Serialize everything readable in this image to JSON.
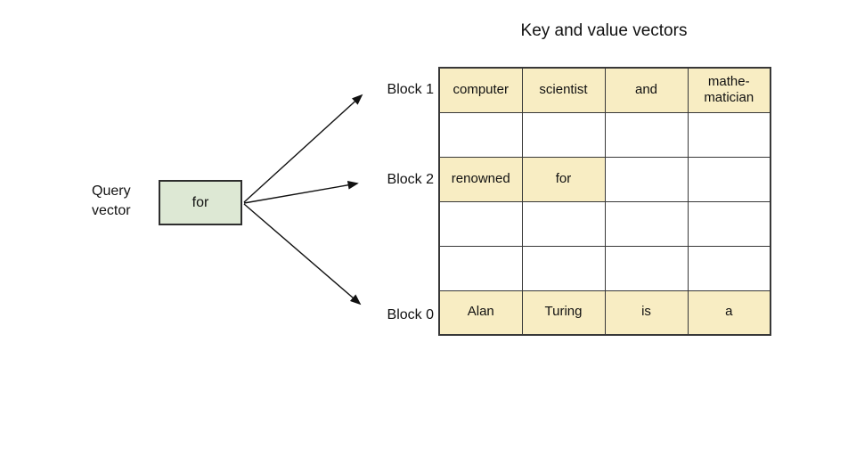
{
  "title": "Key and value vectors",
  "query": {
    "label": "Query vector",
    "token": "for"
  },
  "blocks": [
    {
      "label": "Block 1"
    },
    {
      "label": "Block 2"
    },
    {
      "label": "Block 0"
    }
  ],
  "grid": {
    "columns": 4,
    "rows": [
      {
        "block": "Block 1",
        "cells": [
          {
            "text": "computer",
            "highlighted": true
          },
          {
            "text": "scientist",
            "highlighted": true
          },
          {
            "text": "and",
            "highlighted": true
          },
          {
            "text": "mathe-matician",
            "highlighted": true
          }
        ]
      },
      {
        "block": "",
        "cells": [
          {
            "text": "",
            "highlighted": false
          },
          {
            "text": "",
            "highlighted": false
          },
          {
            "text": "",
            "highlighted": false
          },
          {
            "text": "",
            "highlighted": false
          }
        ]
      },
      {
        "block": "Block 2",
        "cells": [
          {
            "text": "renowned",
            "highlighted": true
          },
          {
            "text": "for",
            "highlighted": true
          },
          {
            "text": "",
            "highlighted": false
          },
          {
            "text": "",
            "highlighted": false
          }
        ]
      },
      {
        "block": "",
        "cells": [
          {
            "text": "",
            "highlighted": false
          },
          {
            "text": "",
            "highlighted": false
          },
          {
            "text": "",
            "highlighted": false
          },
          {
            "text": "",
            "highlighted": false
          }
        ]
      },
      {
        "block": "",
        "cells": [
          {
            "text": "",
            "highlighted": false
          },
          {
            "text": "",
            "highlighted": false
          },
          {
            "text": "",
            "highlighted": false
          },
          {
            "text": "",
            "highlighted": false
          }
        ]
      },
      {
        "block": "Block 0",
        "cells": [
          {
            "text": "Alan",
            "highlighted": true
          },
          {
            "text": "Turing",
            "highlighted": true
          },
          {
            "text": "is",
            "highlighted": true
          },
          {
            "text": "a",
            "highlighted": true
          }
        ]
      }
    ]
  },
  "colors": {
    "cell_highlight": "#f8edc3",
    "query_box_fill": "#dde8d4",
    "table_border": "#383838",
    "ink": "#111111"
  }
}
